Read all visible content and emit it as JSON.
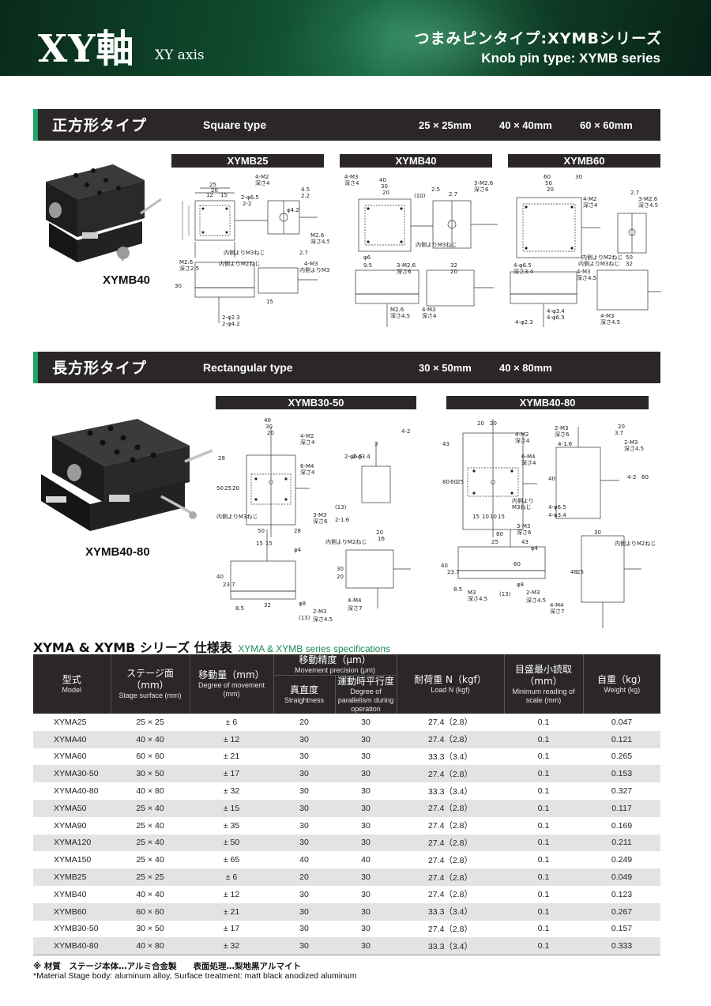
{
  "header": {
    "title": "XY軸",
    "subtitle": "XY axis",
    "series_jp": "つまみピンタイプ:XYMBシリーズ",
    "series_en": "Knob pin type: XYMB series"
  },
  "square": {
    "title_jp": "正方形タイプ",
    "title_en": "Square type",
    "sizes": [
      "25 × 25mm",
      "40 × 40mm",
      "60 × 60mm"
    ],
    "photo_caption": "XYMB40",
    "drawings": [
      "XYMB25",
      "XYMB40",
      "XYMB60"
    ]
  },
  "rect": {
    "title_jp": "長方形タイプ",
    "title_en": "Rectangular type",
    "sizes": [
      "30 × 50mm",
      "40 × 80mm"
    ],
    "photo_caption": "XYMB40-80",
    "drawings": [
      "XYMB30-50",
      "XYMB40-80"
    ]
  },
  "dims": {
    "xymb25": [
      "25",
      "20",
      "15",
      "12",
      "4-M2",
      "深さ4",
      "2-φ6.5",
      "4.5",
      "2.2",
      "φ4.2",
      "M2.6",
      "深さ4.5",
      "2.7",
      "内側よりM3ねじ",
      "M2.6",
      "深さ2.5",
      "内側よりM2ねじ",
      "4-M3",
      "内側よりM3ねじ",
      "2-φ2.3",
      "2-φ4.2",
      "30",
      "15",
      "2-2"
    ],
    "xymb40": [
      "40",
      "30",
      "20",
      "4-M3",
      "深さ4",
      "3-M2.6",
      "深さ6",
      "(10)",
      "2.5",
      "2.7",
      "内側よりM3ねじ",
      "φ6",
      "9.5",
      "3-M2.6",
      "深さ6",
      "32",
      "20",
      "M2.6",
      "深さ4.5",
      "4-M3",
      "深さ4"
    ],
    "xymb60": [
      "60",
      "50",
      "30",
      "20",
      "4-M2",
      "深さ4",
      "3-M2.6",
      "深さ4.5",
      "2.7",
      "内側よりM2ねじ",
      "4-φ6.5",
      "深さ3.4",
      "4-M3",
      "深さ4.5",
      "50",
      "32",
      "4-φ3.4",
      "4-φ6.5",
      "4-φ2.3",
      "4-M3",
      "深さ4.5",
      "内側よりM3ねじ"
    ],
    "xymb30_50": [
      "40",
      "30",
      "20",
      "4-M2",
      "深さ4",
      "6-M4",
      "深さ4",
      "28",
      "50",
      "25",
      "20",
      "内側よりM3ねじ",
      "3",
      "4-2",
      "2-φ6.5",
      "2-φ3.4",
      "(13)",
      "2-1.6",
      "50",
      "28",
      "15",
      "15",
      "3-M3",
      "深さ6",
      "φ4",
      "40",
      "23.7",
      "8.5",
      "32",
      "φ8",
      "2-M3",
      "深さ4.5",
      "(13)",
      "20",
      "16",
      "内側よりM2ねじ",
      "30",
      "20",
      "4-M4",
      "深さ7"
    ],
    "xymb40_80": [
      "20",
      "20",
      "4-M2",
      "深さ4",
      "6-M4",
      "深さ4",
      "43",
      "80",
      "60",
      "25",
      "内側より",
      "M3ねじ",
      "15",
      "10",
      "10",
      "15",
      "2-M3",
      "深さ6",
      "3.7",
      "20",
      "2-M3",
      "深さ4.5",
      "4-1.6",
      "40",
      "4-2",
      "60",
      "4-φ6.5",
      "4-φ3.4",
      "80",
      "3-M3",
      "深さ6",
      "25",
      "43",
      "φ4",
      "60",
      "40",
      "23.7",
      "8.5",
      "M3",
      "深さ4.5",
      "(13)",
      "φ8",
      "2-M3",
      "深さ4.5",
      "30",
      "内側よりM2ねじ",
      "48",
      "25",
      "4-M4",
      "深さ7"
    ]
  },
  "spec": {
    "title_jp": "XYMA & XYMB シリーズ 仕様表",
    "title_en": "XYMA & XYMB series specifications",
    "headers": {
      "model_jp": "型式",
      "model_en": "Model",
      "stage_jp": "ステージ面（mm）",
      "stage_en": "Stage surface (mm)",
      "move_jp": "移動量（mm）",
      "move_en": "Degree of movement (mm)",
      "precision_jp": "移動精度（μm）",
      "precision_en": "Movement precision (μm)",
      "straight_jp": "真直度",
      "straight_en": "Straightness",
      "parallel_jp": "運動時平行度",
      "parallel_en": "Degree of parallelism during operation",
      "load_jp": "耐荷重 N（kgf）",
      "load_en": "Load N (kgf)",
      "scale_jp": "目盛最小読取（mm）",
      "scale_en": "Minimum reading of scale (mm)",
      "weight_jp": "自重（kg）",
      "weight_en": "Weight (kg)"
    },
    "rows": [
      [
        "XYMA25",
        "25 × 25",
        "± 6",
        "20",
        "30",
        "27.4（2.8）",
        "0.1",
        "0.047"
      ],
      [
        "XYMA40",
        "40 × 40",
        "± 12",
        "30",
        "30",
        "27.4（2.8）",
        "0.1",
        "0.121"
      ],
      [
        "XYMA60",
        "60 × 60",
        "± 21",
        "30",
        "30",
        "33.3（3.4）",
        "0.1",
        "0.265"
      ],
      [
        "XYMA30-50",
        "30 × 50",
        "± 17",
        "30",
        "30",
        "27.4（2.8）",
        "0.1",
        "0.153"
      ],
      [
        "XYMA40-80",
        "40 × 80",
        "± 32",
        "30",
        "30",
        "33.3（3.4）",
        "0.1",
        "0.327"
      ],
      [
        "XYMA50",
        "25 × 40",
        "± 15",
        "30",
        "30",
        "27.4（2.8）",
        "0.1",
        "0.117"
      ],
      [
        "XYMA90",
        "25 × 40",
        "± 35",
        "30",
        "30",
        "27.4（2.8）",
        "0.1",
        "0.169"
      ],
      [
        "XYMA120",
        "25 × 40",
        "± 50",
        "30",
        "30",
        "27.4（2.8）",
        "0.1",
        "0.211"
      ],
      [
        "XYMA150",
        "25 × 40",
        "± 65",
        "40",
        "40",
        "27.4（2.8）",
        "0.1",
        "0.249"
      ],
      [
        "XYMB25",
        "25 × 25",
        "± 6",
        "20",
        "30",
        "27.4（2.8）",
        "0.1",
        "0.049"
      ],
      [
        "XYMB40",
        "40 × 40",
        "± 12",
        "30",
        "30",
        "27.4（2.8）",
        "0.1",
        "0.123"
      ],
      [
        "XYMB60",
        "60 × 60",
        "± 21",
        "30",
        "30",
        "33.3（3.4）",
        "0.1",
        "0.267"
      ],
      [
        "XYMB30-50",
        "30 × 50",
        "± 17",
        "30",
        "30",
        "27.4（2.8）",
        "0.1",
        "0.157"
      ],
      [
        "XYMB40-80",
        "40 × 80",
        "± 32",
        "30",
        "30",
        "33.3（3.4）",
        "0.1",
        "0.333"
      ]
    ]
  },
  "notes": {
    "jp": "※ 材質　ステージ本体…アルミ合金製　　表面処理…梨地黒アルマイト",
    "en": "*Material  Stage body: aluminum alloy, Surface treatment: matt black anodized aluminum"
  },
  "colors": {
    "accent": "#1fa36a",
    "bar": "#2a2726",
    "header_green": "#0f4a2e",
    "spec_en": "#1a8a50"
  }
}
